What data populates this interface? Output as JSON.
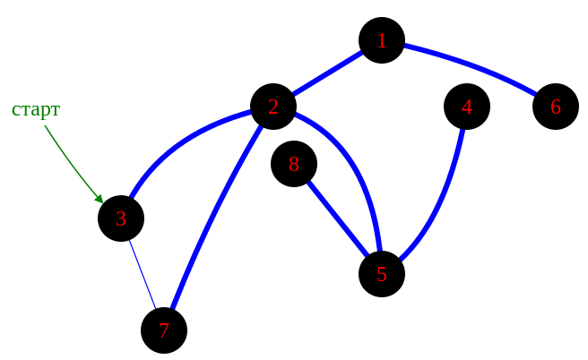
{
  "colors": {
    "node_fill": "#000000",
    "node_text": "#ff0000",
    "edge": "#0000ff",
    "start": "#008000",
    "background": "#ffffff"
  },
  "start": {
    "label": "старт",
    "target_node": "3"
  },
  "nodes": [
    {
      "id": "1",
      "label": "1"
    },
    {
      "id": "2",
      "label": "2"
    },
    {
      "id": "3",
      "label": "3"
    },
    {
      "id": "4",
      "label": "4"
    },
    {
      "id": "5",
      "label": "5"
    },
    {
      "id": "6",
      "label": "6"
    },
    {
      "id": "7",
      "label": "7"
    },
    {
      "id": "8",
      "label": "8"
    }
  ],
  "edges": [
    {
      "from": "1",
      "to": "2",
      "style": "thick"
    },
    {
      "from": "1",
      "to": "6",
      "style": "thick"
    },
    {
      "from": "2",
      "to": "3",
      "style": "thick"
    },
    {
      "from": "2",
      "to": "7",
      "style": "thick"
    },
    {
      "from": "2",
      "to": "5",
      "style": "thick"
    },
    {
      "from": "8",
      "to": "5",
      "style": "thick"
    },
    {
      "from": "4",
      "to": "5",
      "style": "thick"
    },
    {
      "from": "3",
      "to": "7",
      "style": "thin"
    }
  ]
}
